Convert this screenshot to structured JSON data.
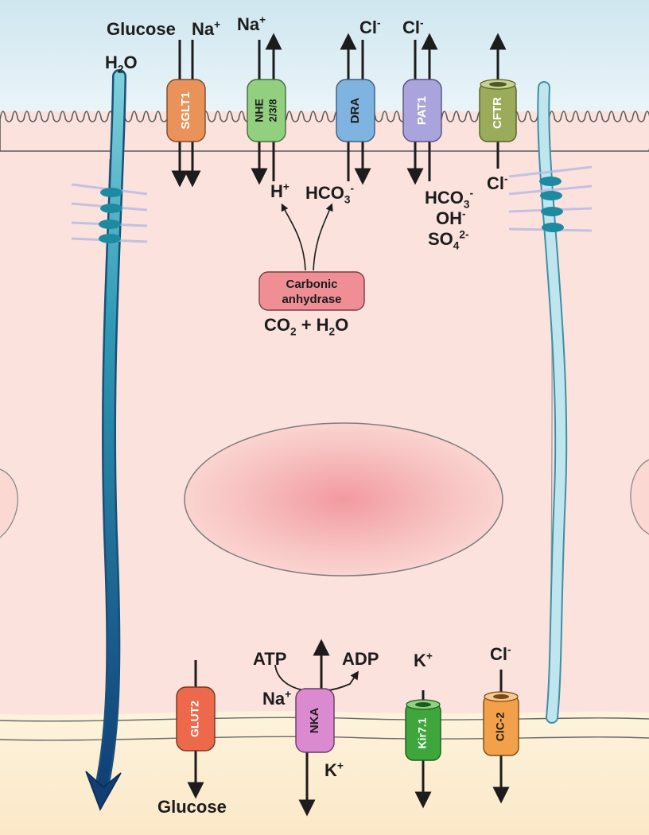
{
  "labels": {
    "glucose_top": "Glucose",
    "na_sglt": "Na",
    "na_nhe": "Na",
    "cl_dra": "Cl",
    "cl_pat1": "Cl",
    "h2o": "H",
    "h2o_suffix": "O",
    "h_plus": "H",
    "hco3_dra": "HCO",
    "hco3_pat1": "HCO",
    "oh": "OH",
    "so4": "SO",
    "cl_cftr": "Cl",
    "carbonic_line1": "Carbonic",
    "carbonic_line2": "anhydrase",
    "co2": "CO",
    "plus_h2o": " + H",
    "o_suffix": "O",
    "atp": "ATP",
    "adp": "ADP",
    "na_nka": "Na",
    "k_nka": "K",
    "k_kir": "K",
    "cl_clc": "Cl",
    "glucose_bottom": "Glucose"
  },
  "marks": {
    "plus": "+",
    "minus": "-",
    "two_minus": "2-",
    "sub2": "2",
    "sub3": "3",
    "sub4": "4"
  },
  "transporters": {
    "sglt1": "SGLT1",
    "nhe_line1": "NHE",
    "nhe_line2": "2/3/8",
    "dra": "DRA",
    "pat1": "PAT1",
    "cftr": "CFTR",
    "glut2": "GLUT2",
    "nka": "NKA",
    "kir": "Kir7.1",
    "clc": "ClC-2"
  },
  "colors": {
    "lumen": "#d4eaf2",
    "cytoplasm": "#fbe2dd",
    "basolateral": "#fdefd3",
    "nucleus": "#f2a8a8",
    "sglt1": "#e9935a",
    "nhe": "#92cf7f",
    "dra": "#7fb3e0",
    "pat1": "#a9a5dc",
    "cftr": "#9aab5a",
    "carbonic": "#ef8f95",
    "glut2": "#ec6a4b",
    "nka": "#db8ad0",
    "kir": "#3fa63c",
    "clc": "#f2a04a",
    "water_channel": "#1f5f8e",
    "junction": "#1c8aa0"
  }
}
